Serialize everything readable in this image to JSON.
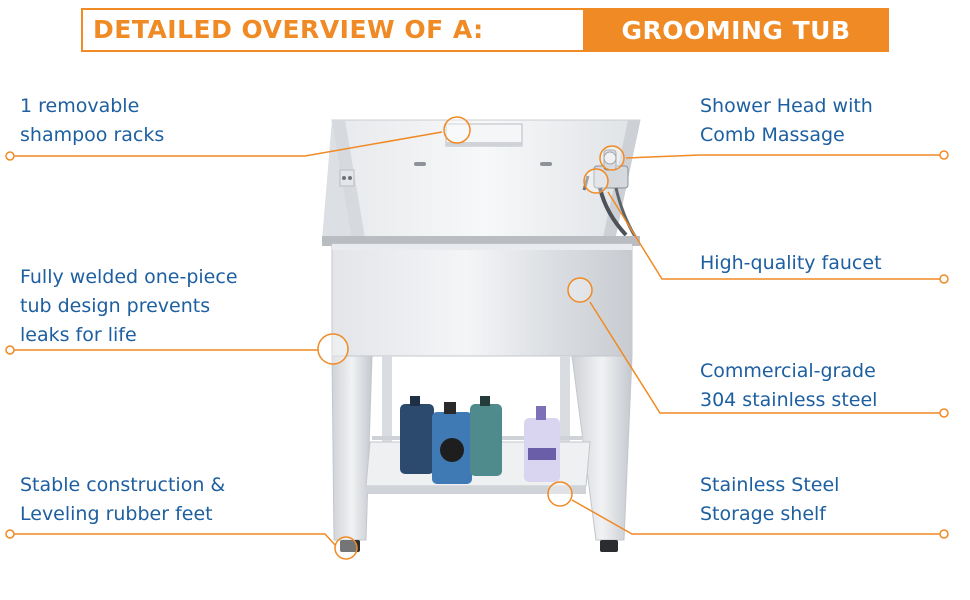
{
  "title": {
    "prefix": "DETAILED OVERVIEW OF A:",
    "highlight": "GROOMING TUB"
  },
  "colors": {
    "accent": "#f08a24",
    "text": "#1d5fa0",
    "steel_light": "#f2f3f5",
    "steel_mid": "#d4d7db",
    "steel_dark": "#a9adb3"
  },
  "callouts": {
    "shampoo": {
      "line1": "1 removable",
      "line2": "shampoo racks"
    },
    "welded": {
      "line1": "Fully welded one-piece",
      "line2": "tub design prevents",
      "line3": "leaks for life"
    },
    "feet": {
      "line1": "Stable construction &",
      "line2": "Leveling rubber feet"
    },
    "shower": {
      "line1": "Shower Head with",
      "line2": "Comb Massage"
    },
    "faucet": {
      "line1": "High-quality faucet"
    },
    "steel": {
      "line1": "Commercial-grade",
      "line2": "304 stainless steel"
    },
    "shelf": {
      "line1": "Stainless Steel",
      "line2": "Storage shelf"
    }
  }
}
